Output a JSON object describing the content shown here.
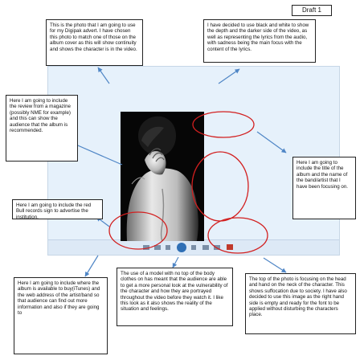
{
  "draft_label": "Draft  1",
  "notes": {
    "photo_choice": "This is the photo that I am going to use for my Digipak advert. I have chosen this photo to match one of those on the album cover as this will show continuity and shows the character is in the video.",
    "black_white": "I have decided to use black and white to show the depth and the darker side of the video, as well as representing the lyrics from the audio, with sadness being the main focus with the content of the lyrics.",
    "review": "Here I am going to include the review from a magazine (possibly NME for example) and this can show the audience that the album is recommended.",
    "album_title": "Here I am going to include the title of the album and the name of the band/artist that I have been focusing on.",
    "red_bull": "Here I am going to include the red Bull records sign to advertise the institution.",
    "available": "Here I am going to include where the album is available to buy(iTunes) and the web address of the artist/band so that audience can find out more information and also if they are going to",
    "model": "The use of a model with no top of the body clothes on has meant that the audience are able to get a more personal look at the vulnerability of the character and how they are portrayed throughout the video before they watch it. I like this look as it also shows the reality of the situation and feelings.",
    "top_photo": "The top of the photo is focusing on the head and hand on the neck of the character. This shows suffocation due to society. I have also decided to use this image as the right hand side is empty and ready for the font to be applied without disturbing the characters place."
  },
  "colors": {
    "arrow": "#4f86c6",
    "circle": "#d21f1f",
    "viewer_bg": "#e6f1fb"
  }
}
